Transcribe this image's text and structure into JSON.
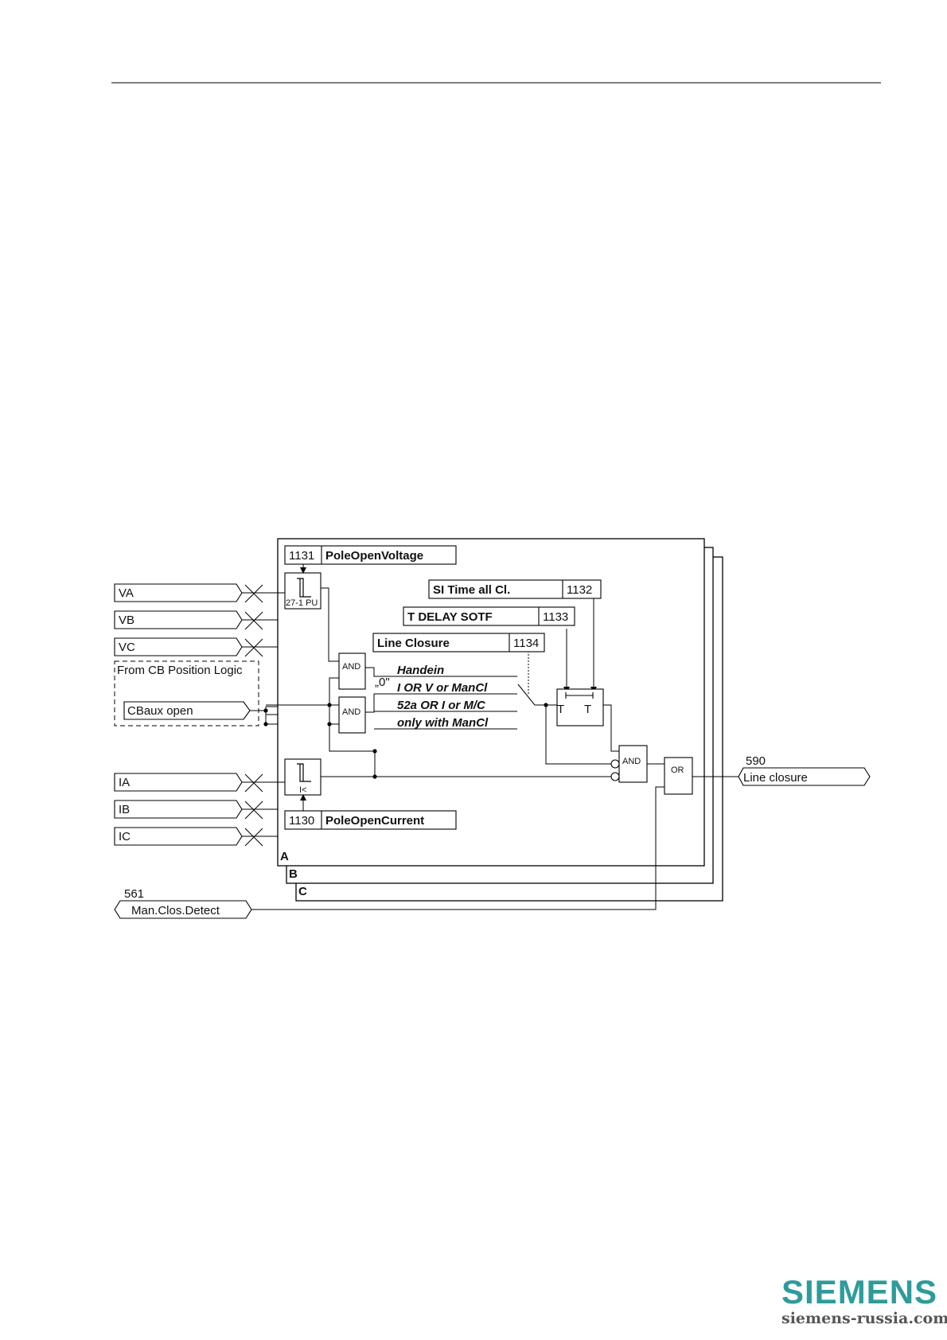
{
  "signals": {
    "va": "VA",
    "vb": "VB",
    "vc": "VC",
    "ia": "IA",
    "ib": "IB",
    "ic": "IC",
    "cb_group": "From CB Position Logic",
    "cbaux": "CBaux open",
    "man_num": "561",
    "man_label": "Man.Clos.Detect",
    "out_num": "590",
    "out_label": "Line closure"
  },
  "params": {
    "p1131_num": "1131",
    "p1131_name": "PoleOpenVoltage",
    "p1132_num": "1132",
    "p1132_name": "SI Time all Cl.",
    "p1133_num": "1133",
    "p1133_name": "T DELAY SOTF",
    "p1134_num": "1134",
    "p1134_name": "Line Closure",
    "p1130_num": "1130",
    "p1130_name": "PoleOpenCurrent"
  },
  "blocks": {
    "uv_label": "27-1 PU",
    "ic_label": "I<",
    "and1": "AND",
    "and2": "AND",
    "and3": "AND",
    "or1": "OR",
    "timer_t1": "T",
    "timer_t2": "T"
  },
  "switch": {
    "zero": "„0\"",
    "opt1": "Handein",
    "opt2": "I OR V or ManCl",
    "opt3": "52a OR I or M/C",
    "opt4": "only with ManCl"
  },
  "phases": {
    "a": "A",
    "b": "B",
    "c": "C"
  },
  "logo": {
    "brand": "SIEMENS",
    "site": "siemens-russia.com"
  }
}
